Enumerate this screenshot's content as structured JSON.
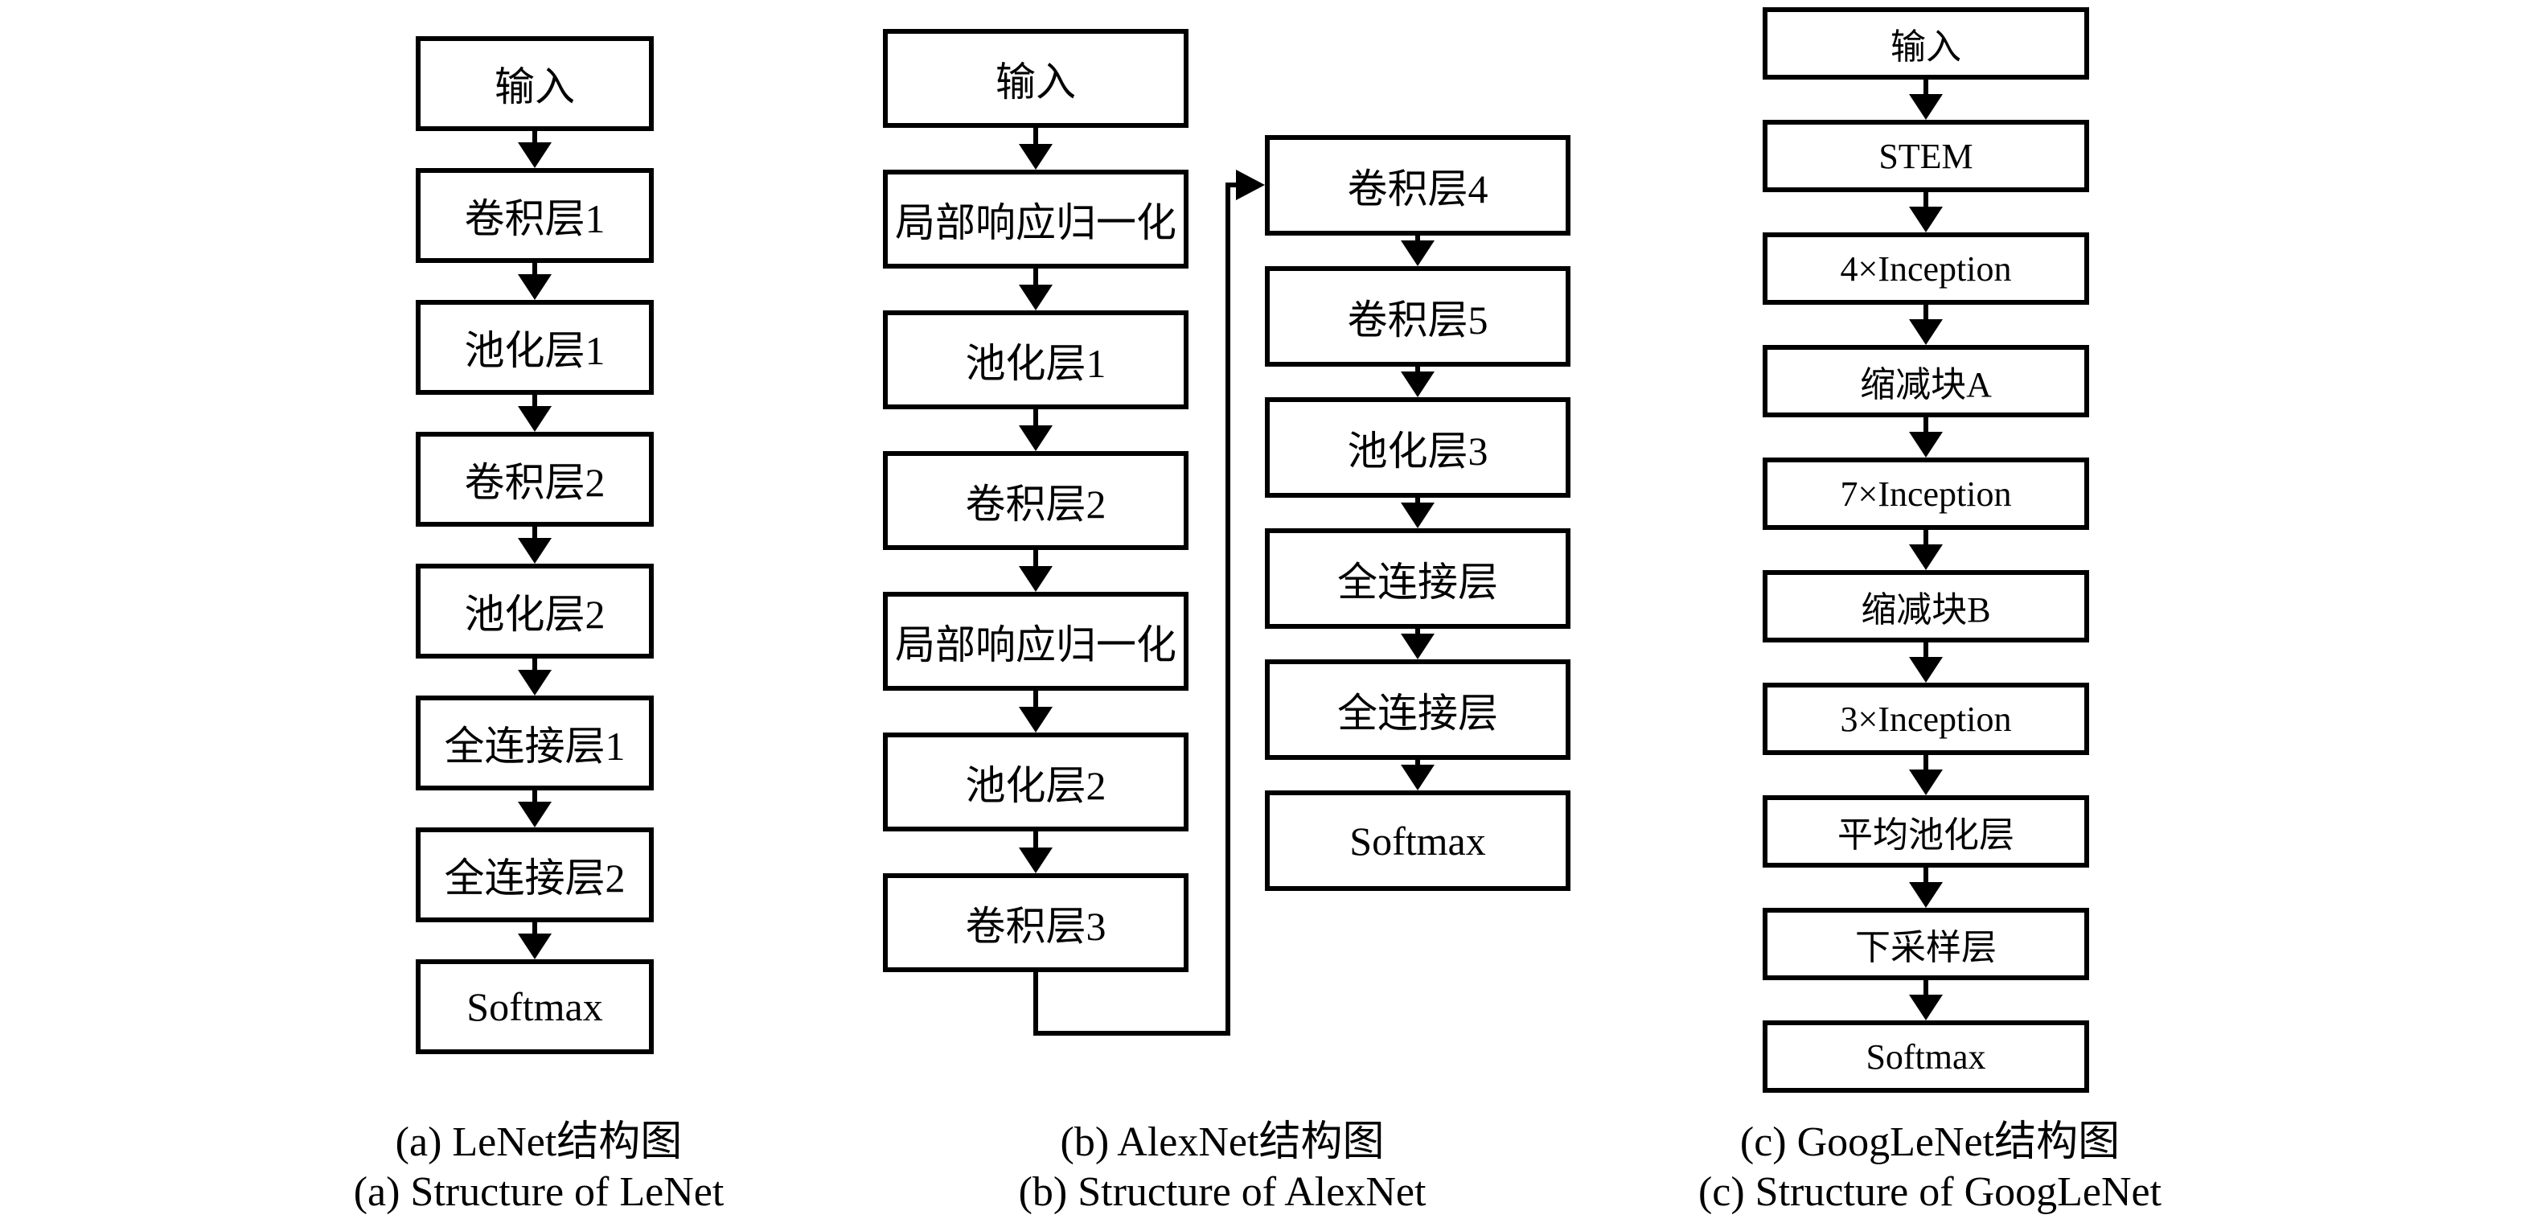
{
  "figure": {
    "colors": {
      "line": "#000000",
      "background": "#ffffff"
    },
    "panels": [
      {
        "id": "lenet",
        "boxes": [
          "输入",
          "卷积层1",
          "池化层1",
          "卷积层2",
          "池化层2",
          "全连接层1",
          "全连接层2",
          "Softmax"
        ],
        "caption_zh": "(a) LeNet结构图",
        "caption_en": "(a) Structure of LeNet"
      },
      {
        "id": "alexnet",
        "left_boxes": [
          "输入",
          "局部响应归一化",
          "池化层1",
          "卷积层2",
          "局部响应归一化",
          "池化层2",
          "卷积层3"
        ],
        "right_boxes": [
          "卷积层4",
          "卷积层5",
          "池化层3",
          "全连接层",
          "全连接层",
          "Softmax"
        ],
        "caption_zh": "(b) AlexNet结构图",
        "caption_en": "(b) Structure of AlexNet"
      },
      {
        "id": "googlenet",
        "boxes": [
          "输入",
          "STEM",
          "4×Inception",
          "缩减块A",
          "7×Inception",
          "缩减块B",
          "3×Inception",
          "平均池化层",
          "下采样层",
          "Softmax"
        ],
        "caption_zh": "(c) GoogLeNet结构图",
        "caption_en": "(c) Structure of GoogLeNet"
      }
    ]
  }
}
